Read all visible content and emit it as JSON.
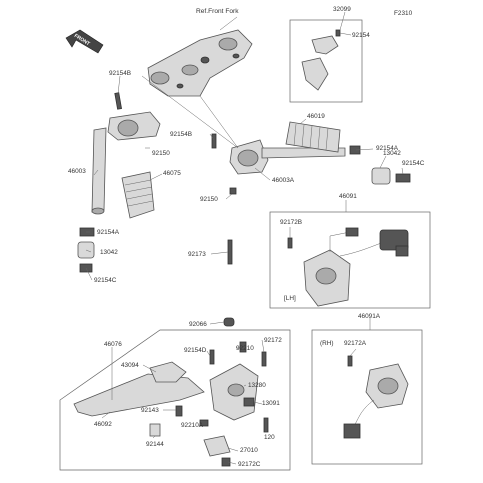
{
  "header": {
    "diagram_code": "F2310",
    "reference": "Ref.Front Fork",
    "front_arrow": "FRONT"
  },
  "labels": {
    "p32099": "32099",
    "p92154_top": "92154",
    "p92154B_left": "92154B",
    "p92150_left": "92150",
    "p46003": "46003",
    "p46075": "46075",
    "p92154A_left": "92154A",
    "p13042_left": "13042",
    "p92154C_left": "92154C",
    "p92154B_mid": "92154B",
    "p46019": "46019",
    "p92154A_right": "92154A",
    "p13042_right": "13042",
    "p92154C_right": "92154C",
    "p46003A": "46003A",
    "p92150_mid": "92150",
    "p46091": "46091",
    "p92172B": "92172B",
    "lh_tag": "[LH]",
    "p92173": "92173",
    "p92066": "92066",
    "p46076": "46076",
    "p92154D": "92154D",
    "p92210": "92210",
    "p92172": "92172",
    "p43094": "43094",
    "p13280": "13280",
    "p92143": "92143",
    "p13091": "13091",
    "p46092": "46092",
    "p92210A": "92210A",
    "p120": "120",
    "p92144": "92144",
    "p27010": "27010",
    "p92172C": "92172C",
    "p46091A": "46091A",
    "rh_tag": "(RH)",
    "p92172A": "92172A"
  }
}
